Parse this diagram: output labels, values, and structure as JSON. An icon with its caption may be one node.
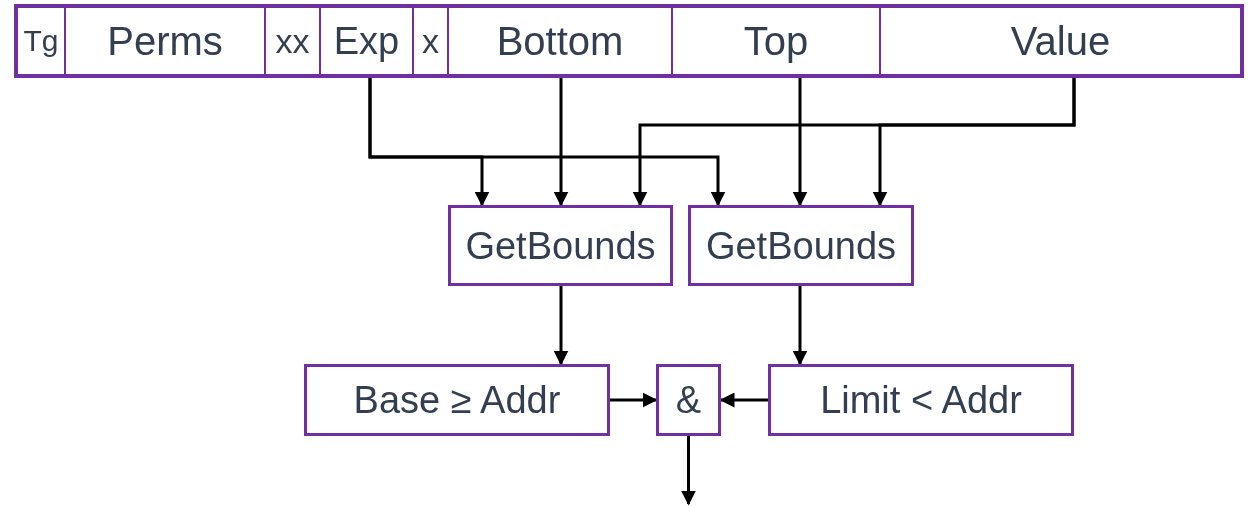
{
  "diagram": {
    "nodes": [
      {
        "text": [],
        "shape": "bar"
      },
      {
        "text": [
          "Tg"
        ],
        "in": 0
      },
      {
        "text": [
          "Perms"
        ],
        "in": 0
      },
      {
        "text": [
          "xx"
        ],
        "in": 0
      },
      {
        "text": [
          "Exp"
        ],
        "in": 0
      },
      {
        "text": [
          "x"
        ],
        "in": 0
      },
      {
        "text": [
          "Bottom"
        ],
        "in": 0
      },
      {
        "text": [
          "Top"
        ],
        "in": 0
      },
      {
        "text": [
          "Value"
        ],
        "in": 0
      },
      {
        "text": [
          "GetBounds"
        ]
      },
      {
        "text": [
          "GetBounds"
        ]
      },
      {
        "text": [
          "Base ≥ Addr"
        ]
      },
      {
        "text": [
          "&"
        ]
      },
      {
        "text": [
          "Limit < Addr"
        ]
      }
    ],
    "edges": [
      {
        "from": 4,
        "to": 9,
        "arrow": "to"
      },
      {
        "from": 4,
        "to": 10,
        "arrow": "to"
      },
      {
        "from": 6,
        "to": 9,
        "arrow": "to"
      },
      {
        "from": 8,
        "to": 9,
        "arrow": "to"
      },
      {
        "from": 8,
        "to": 10,
        "arrow": "to"
      },
      {
        "from": 7,
        "to": 10,
        "arrow": "to"
      },
      {
        "from": 9,
        "to": 11,
        "arrow": "to"
      },
      {
        "from": 10,
        "to": 13,
        "arrow": "to"
      },
      {
        "from": 11,
        "to": 12,
        "arrow": "to"
      },
      {
        "from": 13,
        "to": 12,
        "arrow": "to"
      },
      {
        "from": 12,
        "to": null,
        "arrow": "to"
      }
    ]
  }
}
